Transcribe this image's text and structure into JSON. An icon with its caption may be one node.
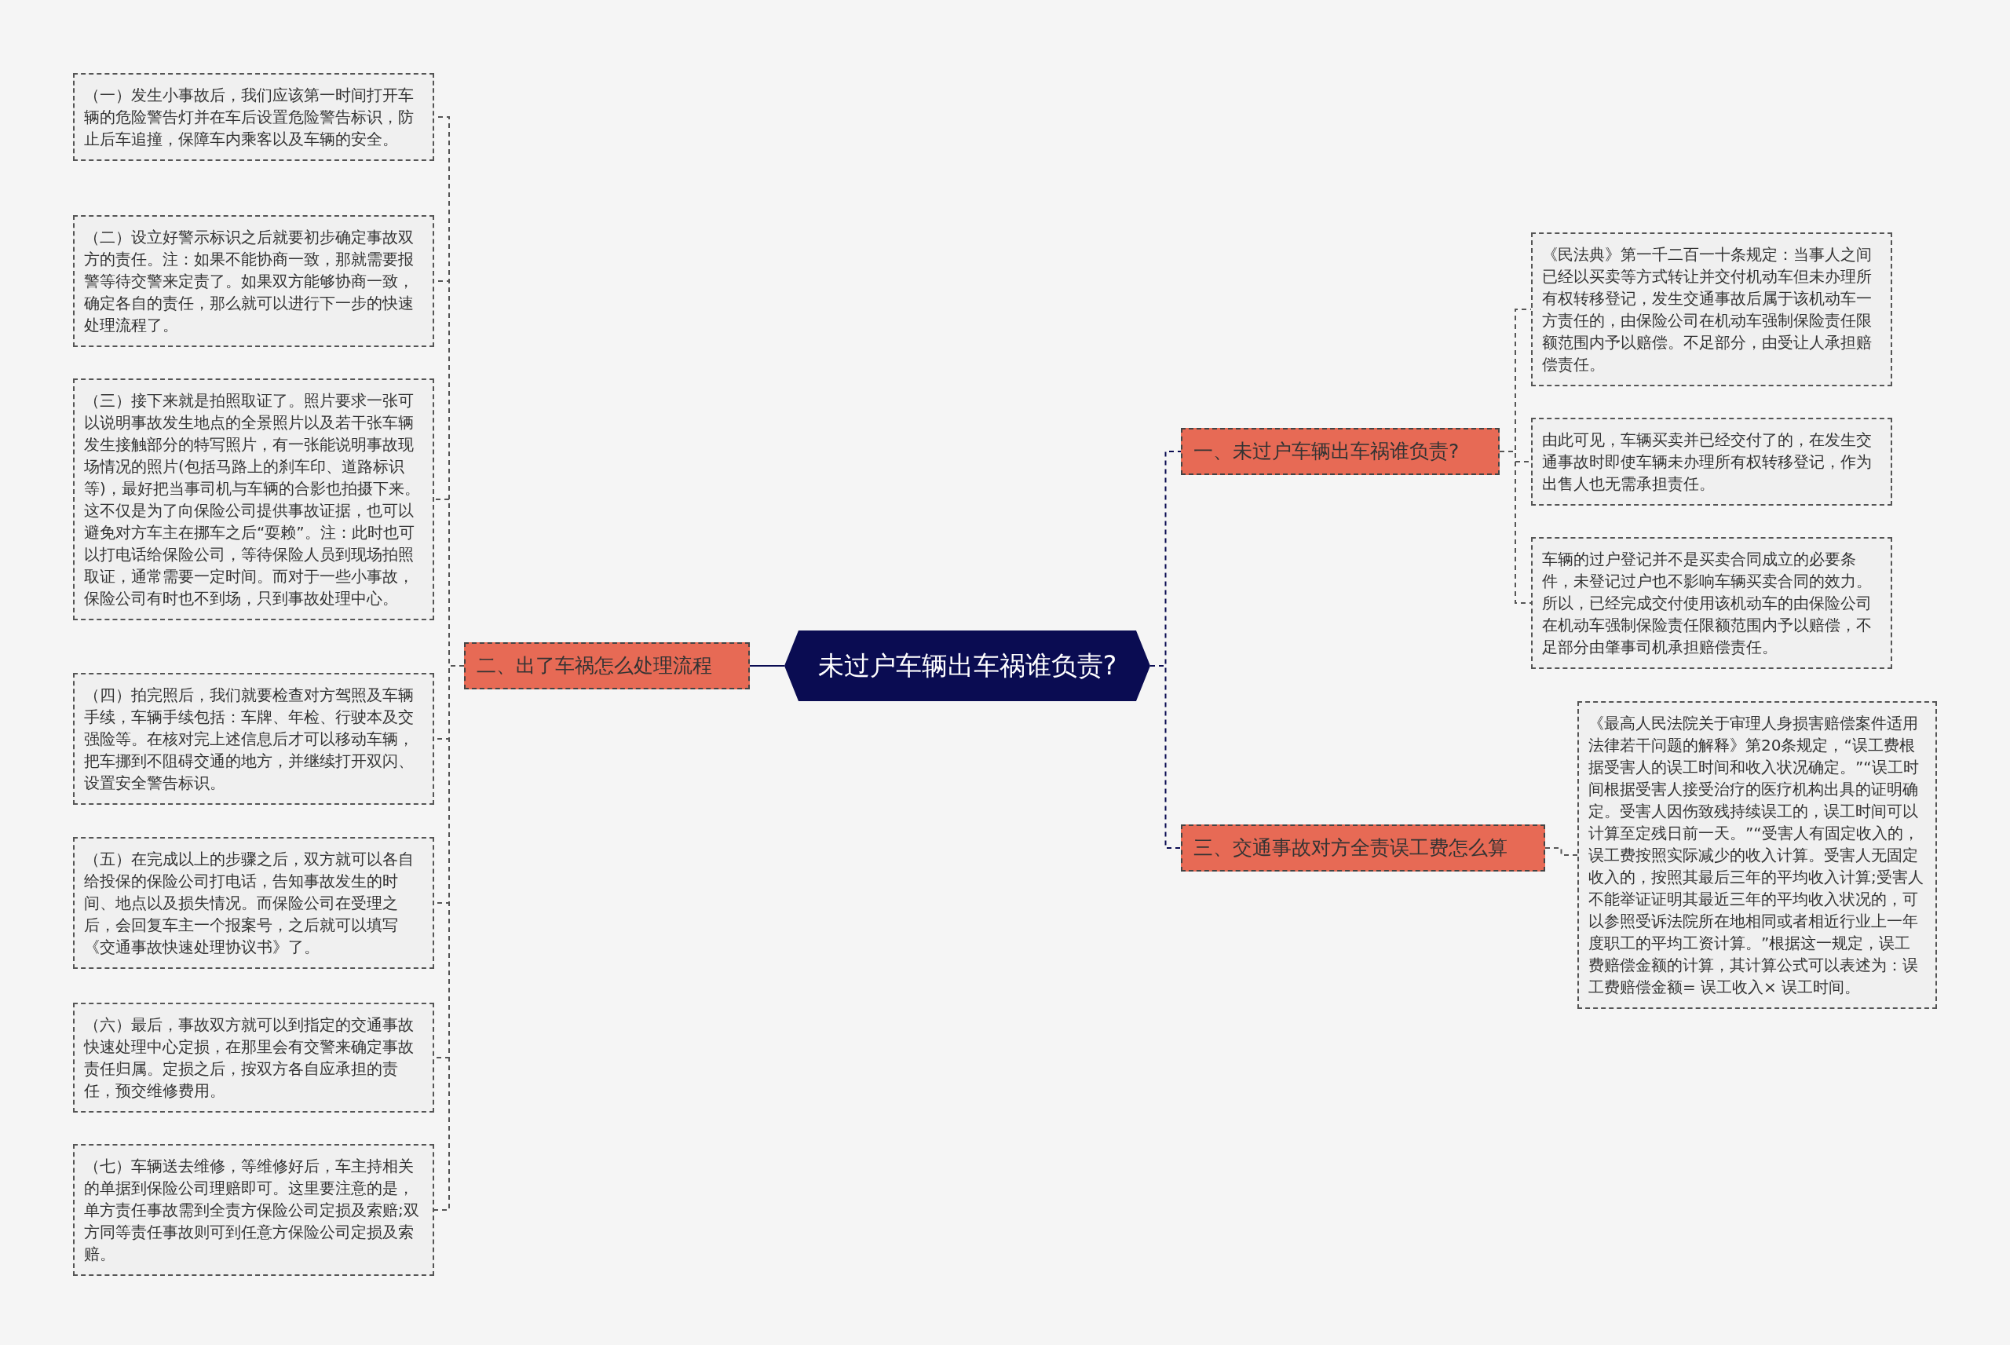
{
  "diagram": {
    "nodes": [
      {
        "text": [
          "未过户车辆出车祸谁负责?"
        ]
      },
      {
        "text": [
          "二、出了车祸怎么处理流程"
        ]
      },
      {
        "text": [
          "（一）发生小事故后，我们应该第一时间打开车辆的危险警告灯并在车后设置危险警告标识，防止后车追撞，保障车内乘客以及车辆的安全。"
        ]
      },
      {
        "text": [
          "（二）设立好警示标识之后就要初步确定事故双方的责任。注：如果不能协商一致，那就需要报警等待交警来定责了。如果双方能够协商一致，确定各自的责任，那么就可以进行下一步的快速处理流程了。"
        ]
      },
      {
        "text": [
          "（三）接下来就是拍照取证了。照片要求一张可以说明事故发生地点的全景照片以及若干张车辆发生接触部分的特写照片，有一张能说明事故现场情况的照片(包括马路上的刹车印、道路标识等)，最好把当事司机与车辆的合影也拍摄下来。这不仅是为了向保险公司提供事故证据，也可以避免对方车主在挪车之后“耍赖”。注：此时也可以打电话给保险公司，等待保险人员到现场拍照取证，通常需要一定时间。而对于一些小事故，保险公司有时也不到场，只到事故处理中心。"
        ]
      },
      {
        "text": [
          "（四）拍完照后，我们就要检查对方驾照及车辆手续，车辆手续包括：车牌、年检、行驶本及交强险等。在核对完上述信息后才可以移动车辆，把车挪到不阻碍交通的地方，并继续打开双闪、设置安全警告标识。"
        ]
      },
      {
        "text": [
          "（五）在完成以上的步骤之后，双方就可以各自给投保的保险公司打电话，告知事故发生的时间、地点以及损失情况。而保险公司在受理之后，会回复车主一个报案号，之后就可以填写《交通事故快速处理协议书》了。"
        ]
      },
      {
        "text": [
          "（六）最后，事故双方就可以到指定的交通事故快速处理中心定损，在那里会有交警来确定事故责任归属。定损之后，按双方各自应承担的责任，预交维修费用。"
        ]
      },
      {
        "text": [
          "（七）车辆送去维修，等维修好后，车主持相关的单据到保险公司理赔即可。这里要注意的是，单方责任事故需到全责方保险公司定损及索赔;双方同等责任事故则可到任意方保险公司定损及索赔。"
        ]
      },
      {
        "text": [
          "一、未过户车辆出车祸谁负责?"
        ]
      },
      {
        "text": [
          "《民法典》第一千二百一十条规定：当事人之间已经以买卖等方式转让并交付机动车但未办理所有权转移登记，发生交通事故后属于该机动车一方责任的，由保险公司在机动车强制保险责任限额范围内予以赔偿。不足部分，由受让人承担赔偿责任。"
        ]
      },
      {
        "text": [
          "由此可见，车辆买卖并已经交付了的，在发生交通事故时即使车辆未办理所有权转移登记，作为出售人也无需承担责任。"
        ]
      },
      {
        "text": [
          "车辆的过户登记并不是买卖合同成立的必要条件，未登记过户也不影响车辆买卖合同的效力。所以，已经完成交付使用该机动车的由保险公司在机动车强制保险责任限额范围内予以赔偿，不足部分由肇事司机承担赔偿责任。"
        ]
      },
      {
        "text": [
          "三、交通事故对方全责误工费怎么算"
        ]
      },
      {
        "text": [
          "《最高人民法院关于审理人身损害赔偿案件适用法律若干问题的解释》第20条规定，“误工费根据受害人的误工时间和收入状况确定。”“误工时间根据受害人接受治疗的医疗机构出具的证明确定。受害人因伤致残持续误工的，误工时间可以计算至定残日前一天。”“受害人有固定收入的，误工费按照实际减少的收入计算。受害人无固定收入的，按照其最后三年的平均收入计算;受害人不能举证证明其最近三年的平均收入状况的，可以参照受诉法院所在地相同或者相近行业上一年度职工的平均工资计算。”根据这一规定，误工费赔偿金额的计算，其计算公式可以表述为：误工费赔偿金额= 误工收入× 误工时间。"
        ]
      }
    ],
    "edges": [
      {
        "from": 0,
        "to": 1,
        "arrow": "none",
        "color": "#0a0c52"
      },
      {
        "from": 1,
        "to": 2,
        "arrow": "none",
        "style": "dashed"
      },
      {
        "from": 1,
        "to": 3,
        "arrow": "none",
        "style": "dashed"
      },
      {
        "from": 1,
        "to": 4,
        "arrow": "none",
        "style": "dashed"
      },
      {
        "from": 1,
        "to": 5,
        "arrow": "none",
        "style": "dashed"
      },
      {
        "from": 1,
        "to": 6,
        "arrow": "none",
        "style": "dashed"
      },
      {
        "from": 1,
        "to": 7,
        "arrow": "none",
        "style": "dashed"
      },
      {
        "from": 1,
        "to": 8,
        "arrow": "none",
        "style": "dashed"
      },
      {
        "from": 0,
        "to": 9,
        "arrow": "none",
        "style": "dashed",
        "color": "#0a0c52"
      },
      {
        "from": 9,
        "to": 10,
        "arrow": "none",
        "style": "dashed"
      },
      {
        "from": 9,
        "to": 11,
        "arrow": "none",
        "style": "dashed"
      },
      {
        "from": 9,
        "to": 12,
        "arrow": "none",
        "style": "dashed"
      },
      {
        "from": 0,
        "to": 13,
        "arrow": "none",
        "style": "dashed",
        "color": "#0a0c52"
      },
      {
        "from": 13,
        "to": 14,
        "arrow": "none",
        "style": "dashed"
      }
    ]
  }
}
